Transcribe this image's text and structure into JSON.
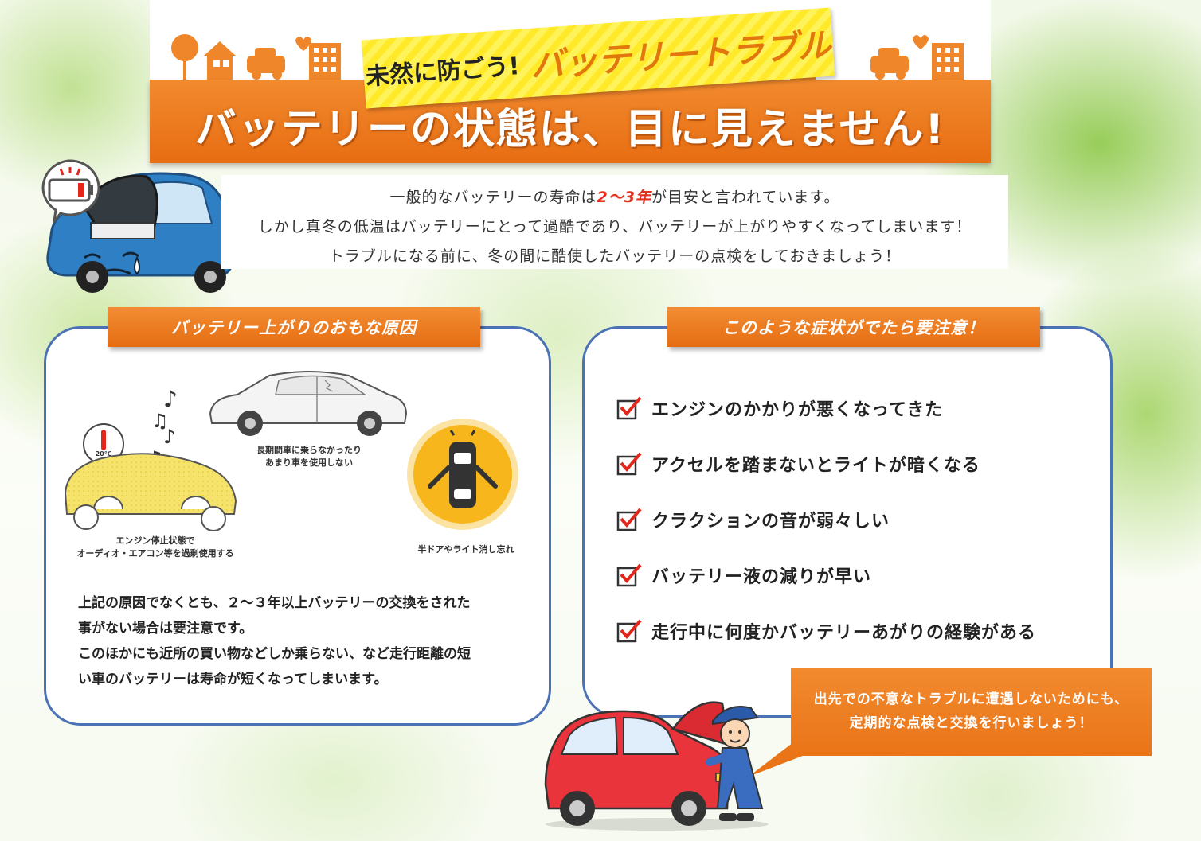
{
  "header": {
    "ribbon_lead": "未然に防ごう!",
    "ribbon_main": "バッテリートラブル",
    "title": "バッテリーの状態は、目に見えません!"
  },
  "intro": {
    "line1_pre": "一般的なバッテリーの寿命は",
    "line1_highlight": "2～3年",
    "line1_post": "が目安と言われています。",
    "line2": "しかし真冬の低温はバッテリーにとって過酷であり、バッテリーが上がりやすくなってしまいます！",
    "line3": "トラブルになる前に、冬の間に酷使したバッテリーの点検をしておきましょう！"
  },
  "causes": {
    "heading": "バッテリー上がりのおもな原因",
    "thermometer_label": "20℃",
    "caption_long_term": [
      "長期間車に乗らなかったり",
      "あまり車を使用しない"
    ],
    "caption_engine_off": [
      "エンジン停止状態で",
      "オーディオ・エアコン等を過剰使用する"
    ],
    "caption_door": "半ドアやライト消し忘れ",
    "note": [
      "上記の原因でなくとも、２～３年以上バッテリーの交換をされた",
      "事がない場合は要注意です。",
      "このほかにも近所の買い物などしか乗らない、など走行距離の短",
      "い車のバッテリーは寿命が短くなってしまいます。"
    ]
  },
  "symptoms": {
    "heading": "このような症状がでたら要注意！",
    "items": [
      "エンジンのかかりが悪くなってきた",
      "アクセルを踏まないとライトが暗くなる",
      "クラクションの音が弱々しい",
      "バッテリー液の減りが早い",
      "走行中に何度かバッテリーあがりの経験がある"
    ]
  },
  "callout": {
    "line1": "出先での不意なトラブルに遭遇しないためにも、",
    "line2": "定期的な点検と交換を行いましょう！"
  },
  "colors": {
    "orange": "#e86d12",
    "panel_border": "#4a72b5",
    "highlight_red": "#e62e1e",
    "check_red": "#e3261b"
  },
  "icons": [
    "battery-icon",
    "sad-car-illustration",
    "mechanic-illustration",
    "car-cover-illustration",
    "sedan-illustration",
    "open-door-icon",
    "music-note-icon",
    "thermometer-icon",
    "checkbox-icon"
  ]
}
